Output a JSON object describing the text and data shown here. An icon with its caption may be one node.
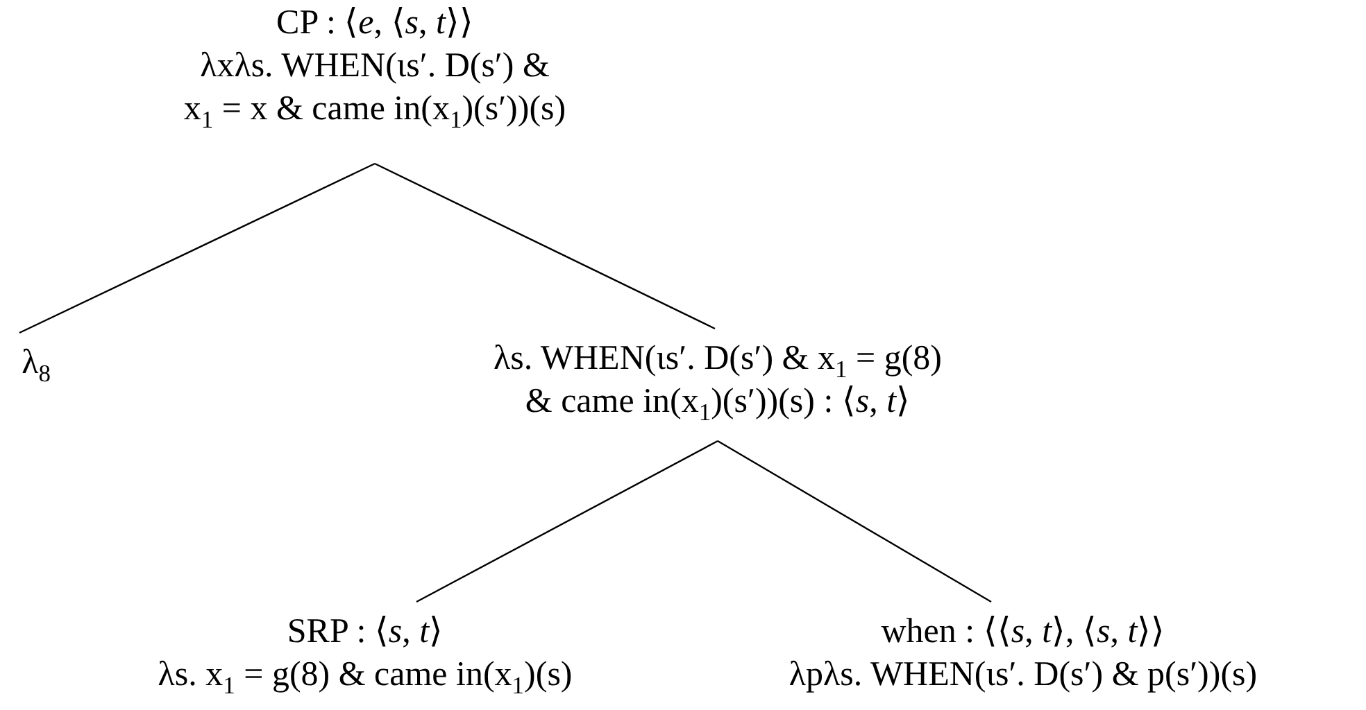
{
  "diagram": {
    "nodes": [
      {
        "text": [
          "CP : ⟨*e*, ⟨*s*, *t*⟩⟩",
          "λxλs. WHEN(ιs′. D(s′) & x$_{1}$ = x & came in(x$_{1}$)(s′))(s)"
        ]
      },
      {
        "text": [
          "λ$_{8}$"
        ]
      },
      {
        "text": [
          "λs. WHEN(ιs′. D(s′) & x$_{1}$ = g(8) & came in(x$_{1}$)(s′))(s) : ⟨*s*, *t*⟩"
        ]
      },
      {
        "text": [
          "SRP : ⟨*s*, *t*⟩",
          "λs. x$_{1}$ = g(8) & came in(x$_{1}$)(s)"
        ]
      },
      {
        "text": [
          "when : ⟨⟨*s*, *t*⟩, ⟨*s*, *t*⟩⟩",
          "λpλs. WHEN(ιs′. D(s′) & p(s′))(s)"
        ]
      }
    ],
    "edges": [
      {
        "from": 0,
        "to": 1,
        "arrow": "none"
      },
      {
        "from": 0,
        "to": 2,
        "arrow": "none"
      },
      {
        "from": 2,
        "to": 3,
        "arrow": "none"
      },
      {
        "from": 2,
        "to": 4,
        "arrow": "none"
      }
    ]
  }
}
